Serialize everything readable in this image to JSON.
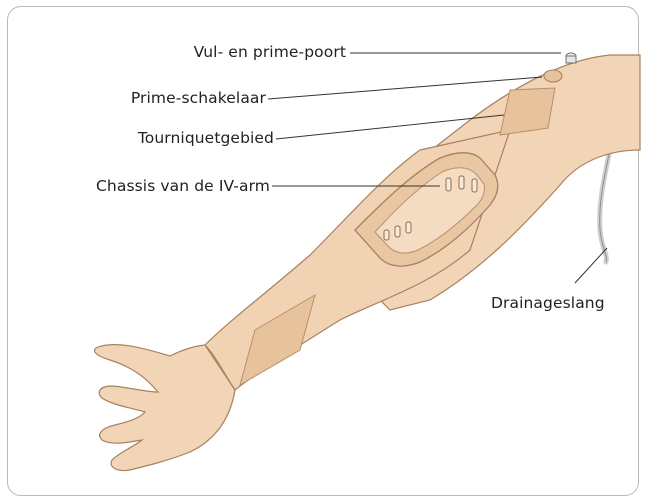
{
  "colors": {
    "frame_border": "#b9b9b9",
    "skin": "#f1d3b3",
    "skin_dark": "#e3b992",
    "outline": "#a8815f",
    "leader_line": "#333333",
    "tube": "#d9d9d9"
  },
  "labels": {
    "fill_prime_port": "Vul- en prime-poort",
    "prime_switch": "Prime-schakelaar",
    "tourniquet_area": "Tourniquetgebied",
    "iv_arm_chassis": "Chassis van de IV-arm",
    "drainage_tube": "Drainageslang"
  }
}
